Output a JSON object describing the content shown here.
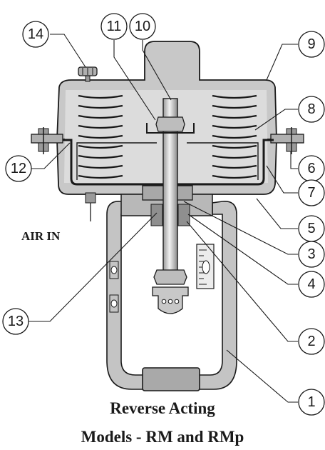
{
  "figure": {
    "callouts": {
      "c1": "1",
      "c2": "2",
      "c3": "3",
      "c4": "4",
      "c5": "5",
      "c6": "6",
      "c7": "7",
      "c8": "8",
      "c9": "9",
      "c10": "10",
      "c11": "11",
      "c12": "12",
      "c13": "13",
      "c14": "14"
    },
    "air_in_label": "AIR IN",
    "caption_line1": "Reverse Acting",
    "caption_line2": "Models - RM and RMp"
  },
  "colors": {
    "housing_fill": "#c8c8c8",
    "housing_inner": "#dcdcdc",
    "stroke": "#1a1a1a",
    "background": "#ffffff"
  }
}
